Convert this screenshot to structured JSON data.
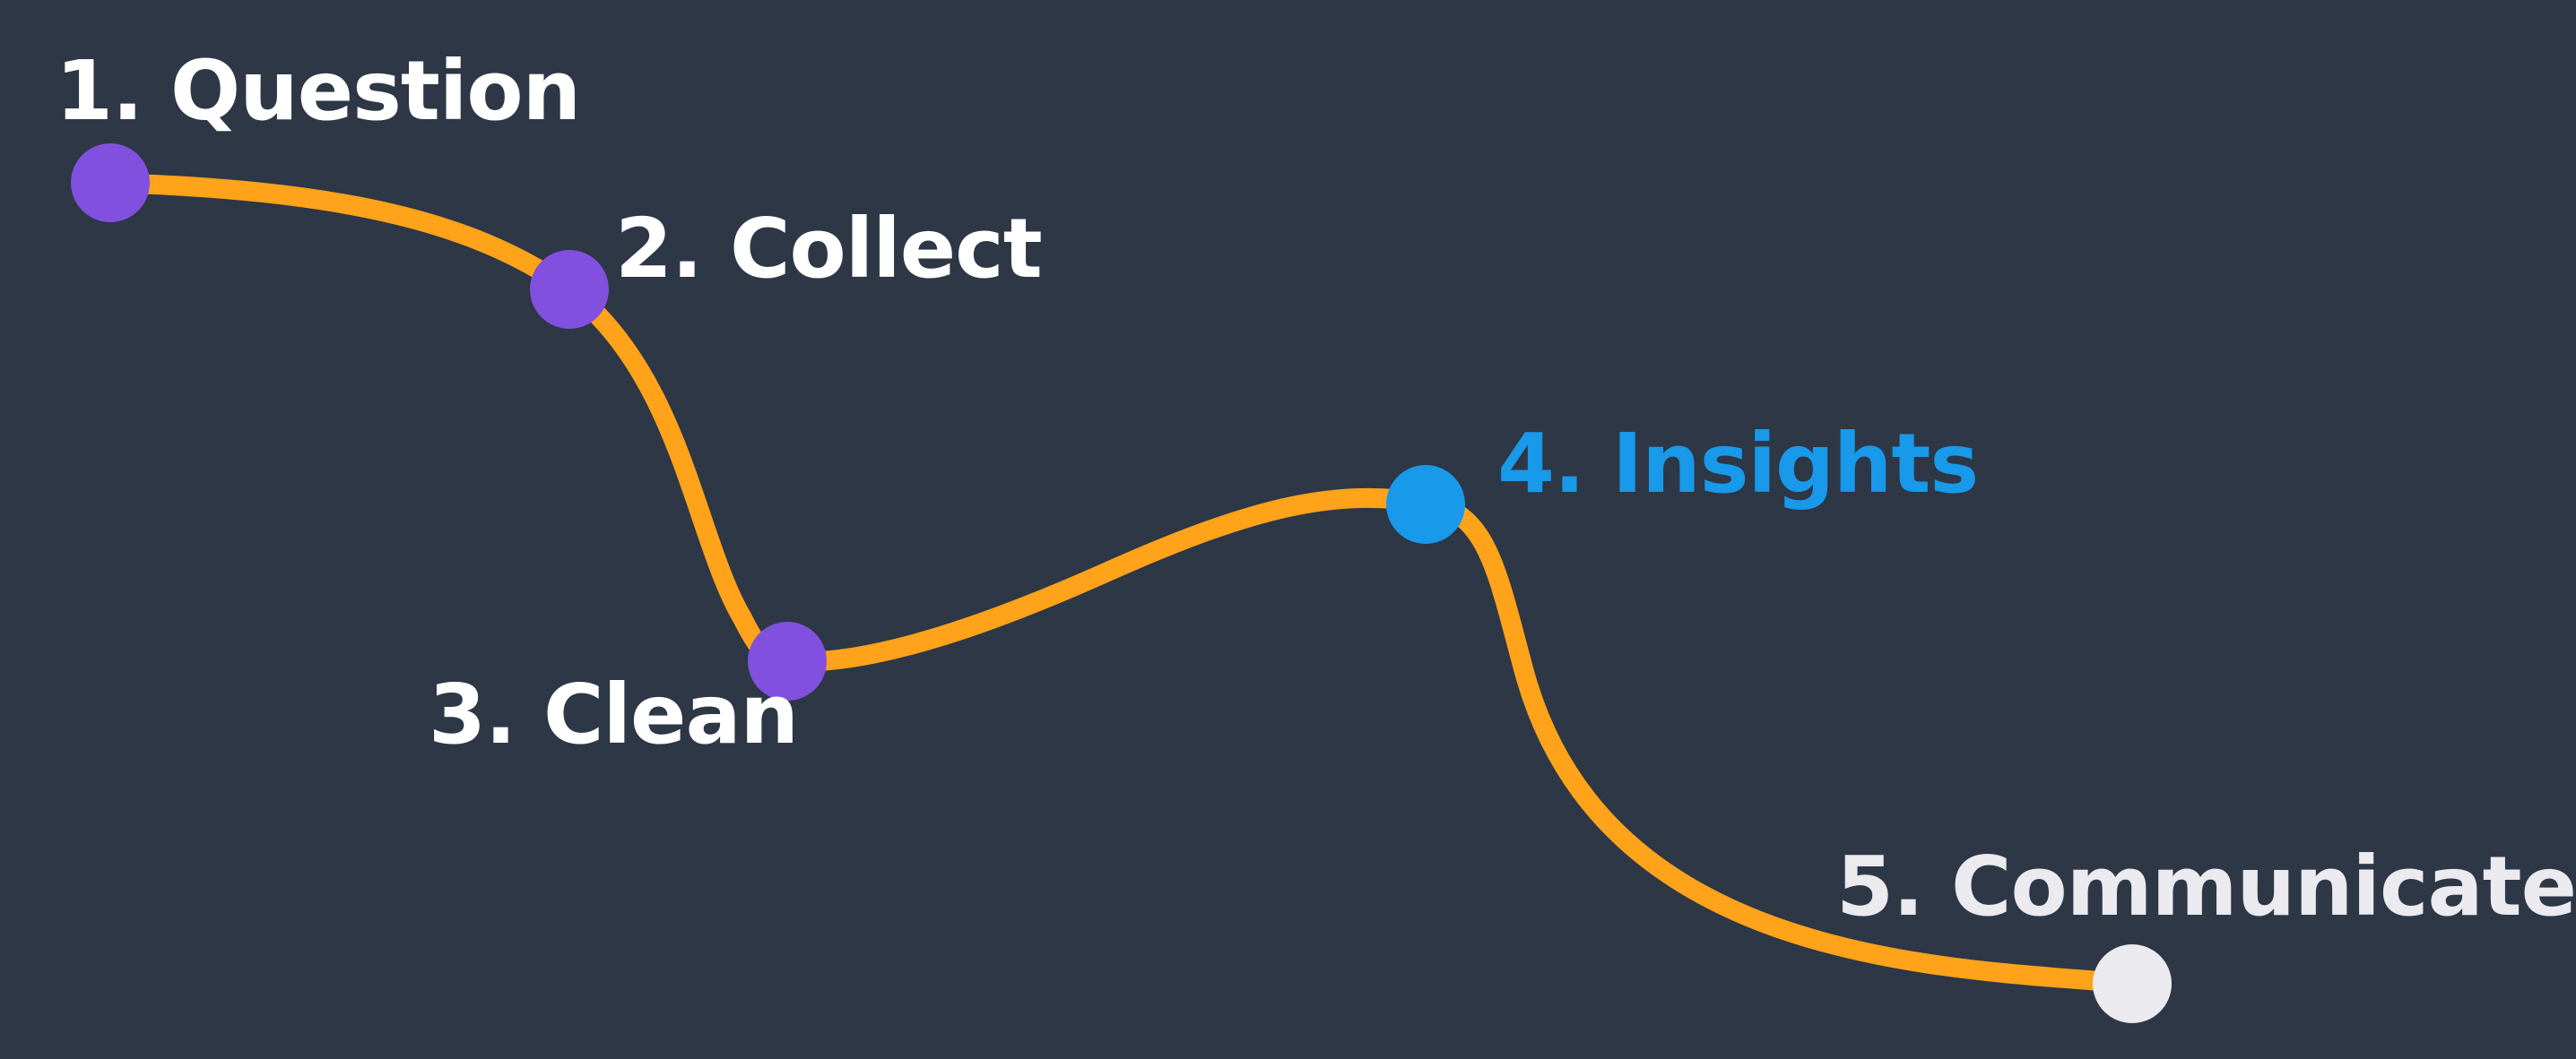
{
  "colors": {
    "background": "#2d3746",
    "path": "#ffa31a",
    "completed": "#8250df",
    "current": "#1899ea",
    "pending": "#eaeaef",
    "label_default": "#ffffff",
    "label_current": "#1899ea",
    "label_pending": "#eaeaef"
  },
  "steps": [
    {
      "label": "1. Question",
      "status": "completed"
    },
    {
      "label": "2. Collect",
      "status": "completed"
    },
    {
      "label": "3. Clean",
      "status": "completed"
    },
    {
      "label": "4. Insights",
      "status": "current"
    },
    {
      "label": "5. Communicate",
      "status": "pending"
    }
  ]
}
